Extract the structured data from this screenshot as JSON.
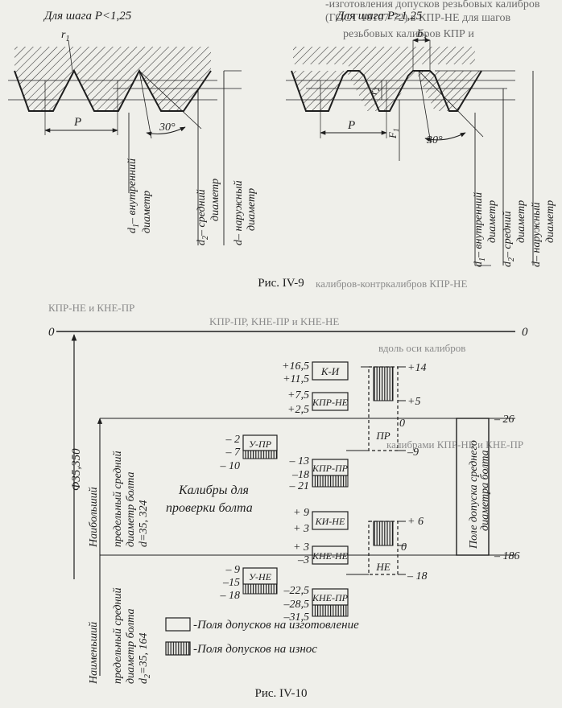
{
  "page_text": {
    "top_line_1": "-изготовления допусков резьбовых калибров",
    "top_line_2": "(ГОСТ 18107-72) в КПР-НЕ для шагов",
    "top_line_3": "резьбовых калибров КПР и",
    "mid_1": "калибров-контркалибров КПР-НЕ",
    "mid_2": "КПР-НЕ и КНЕ-ПР",
    "mid_3": "KПР-ПР, KHE-ПР и KHE-HE",
    "mid_4": "вдоль оси калибров",
    "mid_5": "калибрами КПР-НЕ и КНЕ-ПР"
  },
  "fig9": {
    "caption": "Рис. IV-9",
    "left_title": "Для шага P<1,25",
    "right_title": "Для шага P≥1,25",
    "r1": "r",
    "r1_sub": "1",
    "b3": "b",
    "b3_sub": "3",
    "r2": "r",
    "r2_sub": "2",
    "f1": "F",
    "f1_sub": "1",
    "pitch": "P",
    "angle": "30°",
    "d1_a": "d",
    "d1_sub": "1",
    "d1_b": "– внутренний",
    "d1_c": "диаметр",
    "d2_a": "d",
    "d2_sub": "2",
    "d2_b": "– средний",
    "d2_c": "диаметр",
    "d_a": "d",
    "d_b": "– наружный",
    "d_c": "диаметр"
  },
  "fig10": {
    "caption": "Рис. IV-10",
    "zero": "0",
    "phi": "Φ35,350",
    "max_a": "Наибольший",
    "max_b": "предельный средний",
    "max_c": "диаметр болта",
    "max_d": "d=35, 324",
    "min_a": "Наименьший",
    "min_b": "предельный средний",
    "min_c": "диаметр болта",
    "min_d": "d",
    "min_sub": "2",
    "min_e": "=35, 164",
    "center_1": "Калибры для",
    "center_2": "проверки болта",
    "field_1": "Поле допуска среднего",
    "field_2": "диаметра болта",
    "legend_mfg": "-Поля допусков на изготовление",
    "legend_wear": "-Поля допусков на износ",
    "labels": {
      "ki": "К-И",
      "kpr_ne": "КПР-НЕ",
      "u_pr": "У-ПР",
      "kpr_pr": "КПР-ПР",
      "ki_ne": "КИ-НЕ",
      "kne_ne": "КНЕ-НЕ",
      "u_ne": "У-НЕ",
      "kne_pr": "КНЕ-ПР",
      "pr": "ПР",
      "ne": "НЕ"
    },
    "values": {
      "v165": "+16,5",
      "v115": "+11,5",
      "v75": "+7,5",
      "v25": "+2,5",
      "v14": "+14",
      "v5": "+5",
      "v0a": "0",
      "v9m": "–9",
      "v26": "– 26",
      "u2": "– 2",
      "u7": "– 7",
      "u10": "– 10",
      "k13": "– 13",
      "k18": "–18",
      "k21": "– 21",
      "p9": "+ 9",
      "p3": "+ 3",
      "p6": "+ 6",
      "q3": "+ 3",
      "q3m": "–3",
      "q0": "0",
      "v186": "– 186",
      "n18": "– 18",
      "un9": "– 9",
      "un15": "–15",
      "un18": "– 18",
      "kn225": "–22,5",
      "kn285": "–28,5",
      "kn315": "–31,5"
    }
  }
}
